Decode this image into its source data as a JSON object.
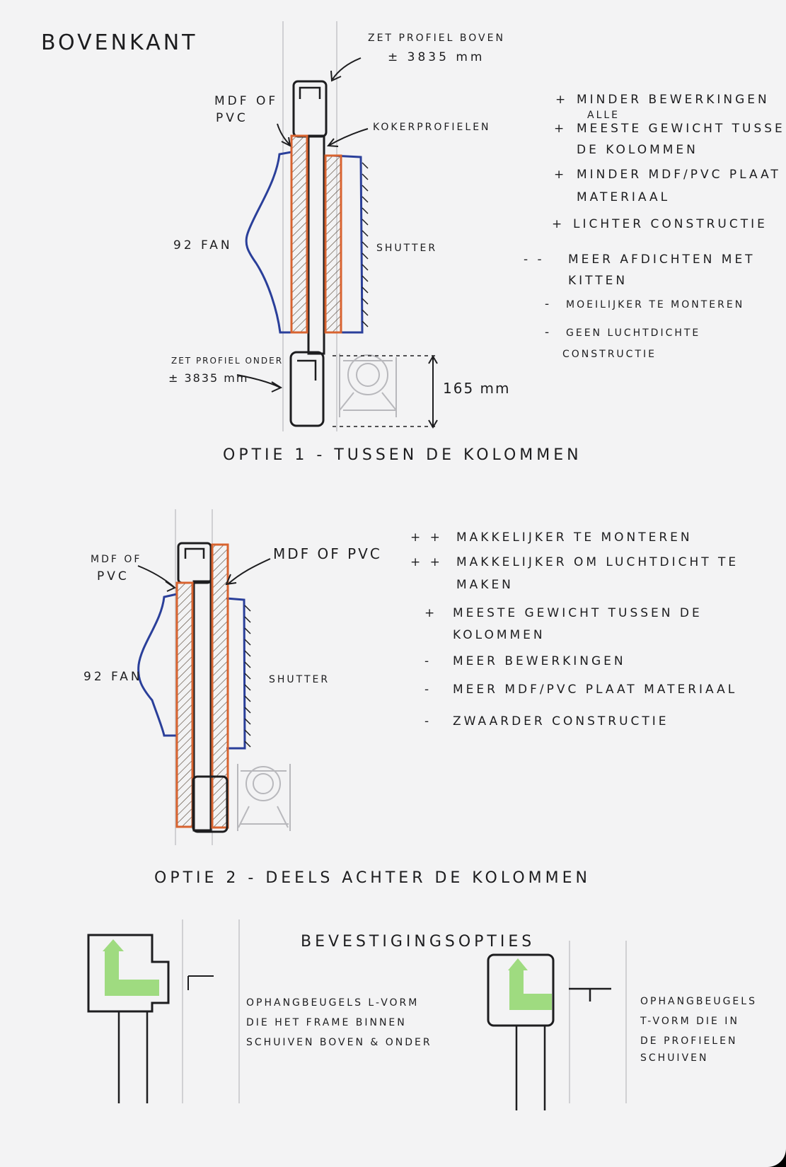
{
  "colors": {
    "paper": "#f3f3f4",
    "ink": "#1d1d1f",
    "mdf_orange": "#d8632f",
    "fan_blue": "#2a3f9a",
    "arrow_green": "#8fd66b",
    "pencil": "#b8b8bc"
  },
  "header": {
    "title": "BOVENKANT"
  },
  "option1": {
    "label_top_profile_1": "ZET PROFIEL BOVEN",
    "label_top_profile_2": "± 3835 mm",
    "label_mdf_1": "MDF OF",
    "label_mdf_2": "PVC",
    "label_koker": "KOKERPROFIELEN",
    "label_fan": "92 FAN",
    "label_shutter": "SHUTTER",
    "label_bottom_profile_1": "ZET PROFIEL ONDER",
    "label_bottom_profile_2": "± 3835 mm",
    "dimension": "165 mm",
    "caption": "OPTIE 1 - TUSSEN DE KOLOMMEN",
    "notes": [
      {
        "sign": "+",
        "text": "MINDER BEWERKINGEN"
      },
      {
        "sign": "",
        "text": "ALLE"
      },
      {
        "sign": "+",
        "text": "MEESTE GEWICHT TUSSEN"
      },
      {
        "sign": "",
        "text": "DE KOLOMMEN"
      },
      {
        "sign": "+",
        "text": "MINDER MDF/PVC PLAAT"
      },
      {
        "sign": "",
        "text": "MATERIAAL"
      },
      {
        "sign": "+",
        "text": "LICHTER CONSTRUCTIE"
      },
      {
        "sign": "- -",
        "text": "MEER AFDICHTEN MET"
      },
      {
        "sign": "",
        "text": "KITTEN"
      },
      {
        "sign": "-",
        "text": "MOEILIJKER TE MONTEREN"
      },
      {
        "sign": "-",
        "text": "GEEN LUCHTDICHTE"
      },
      {
        "sign": "",
        "text": "CONSTRUCTIE"
      }
    ]
  },
  "option2": {
    "label_mdf_left_1": "MDF OF",
    "label_mdf_left_2": "PVC",
    "label_mdf_right": "MDF OF PVC",
    "label_fan": "92 FAN",
    "label_shutter": "SHUTTER",
    "caption": "OPTIE 2 - DEELS ACHTER DE KOLOMMEN",
    "notes": [
      {
        "sign": "+ +",
        "text": "MAKKELIJKER TE MONTEREN"
      },
      {
        "sign": "+ +",
        "text": "MAKKELIJKER OM LUCHTDICHT TE"
      },
      {
        "sign": "",
        "text": "MAKEN"
      },
      {
        "sign": "+",
        "text": "MEESTE GEWICHT TUSSEN DE"
      },
      {
        "sign": "",
        "text": "KOLOMMEN"
      },
      {
        "sign": "-",
        "text": "MEER BEWERKINGEN"
      },
      {
        "sign": "-",
        "text": "MEER MDF/PVC PLAAT MATERIAAL"
      },
      {
        "sign": "-",
        "text": "ZWAARDER CONSTRUCTIE"
      }
    ]
  },
  "mounting": {
    "title": "BEVESTIGINGSOPTIES",
    "l_text": [
      "OPHANGBEUGELS L-VORM",
      "DIE HET FRAME BINNEN",
      "SCHUIVEN BOVEN & ONDER"
    ],
    "t_text": [
      "OPHANGBEUGELS",
      "T-VORM DIE IN",
      "DE PROFIELEN",
      "SCHUIVEN"
    ]
  }
}
